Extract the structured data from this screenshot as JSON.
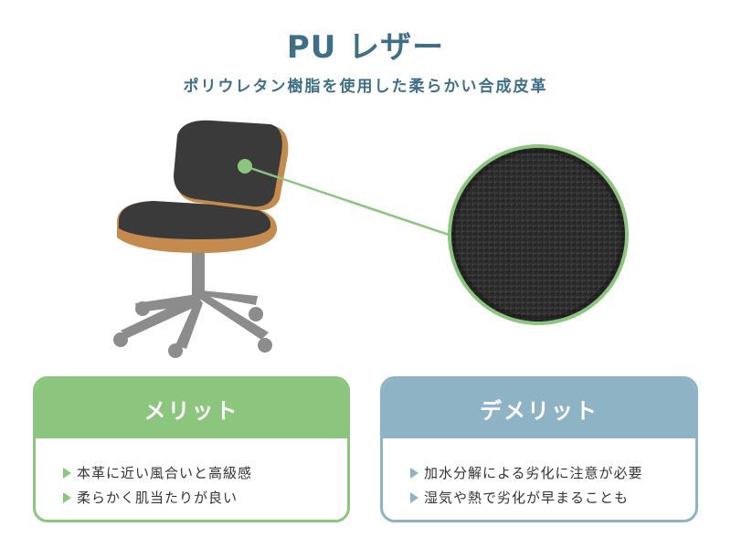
{
  "header": {
    "title": "PU レザー",
    "subtitle": "ポリウレタン樹脂を使用した柔らかい合成皮革"
  },
  "merit": {
    "heading": "メリット",
    "items": [
      "本革に近い風合いと高級感",
      "柔らかく肌当たりが良い"
    ]
  },
  "demerit": {
    "heading": "デメリット",
    "items": [
      "加水分解による劣化に注意が必要",
      "湿気や熱で劣化が早まることも"
    ]
  },
  "colors": {
    "title": "#3e6f86",
    "merit": "#8cc57e",
    "demerit": "#8eb3c5",
    "leather": "#3a3a3a",
    "wood": "#c48a4e",
    "base": "#8c8c8c"
  }
}
